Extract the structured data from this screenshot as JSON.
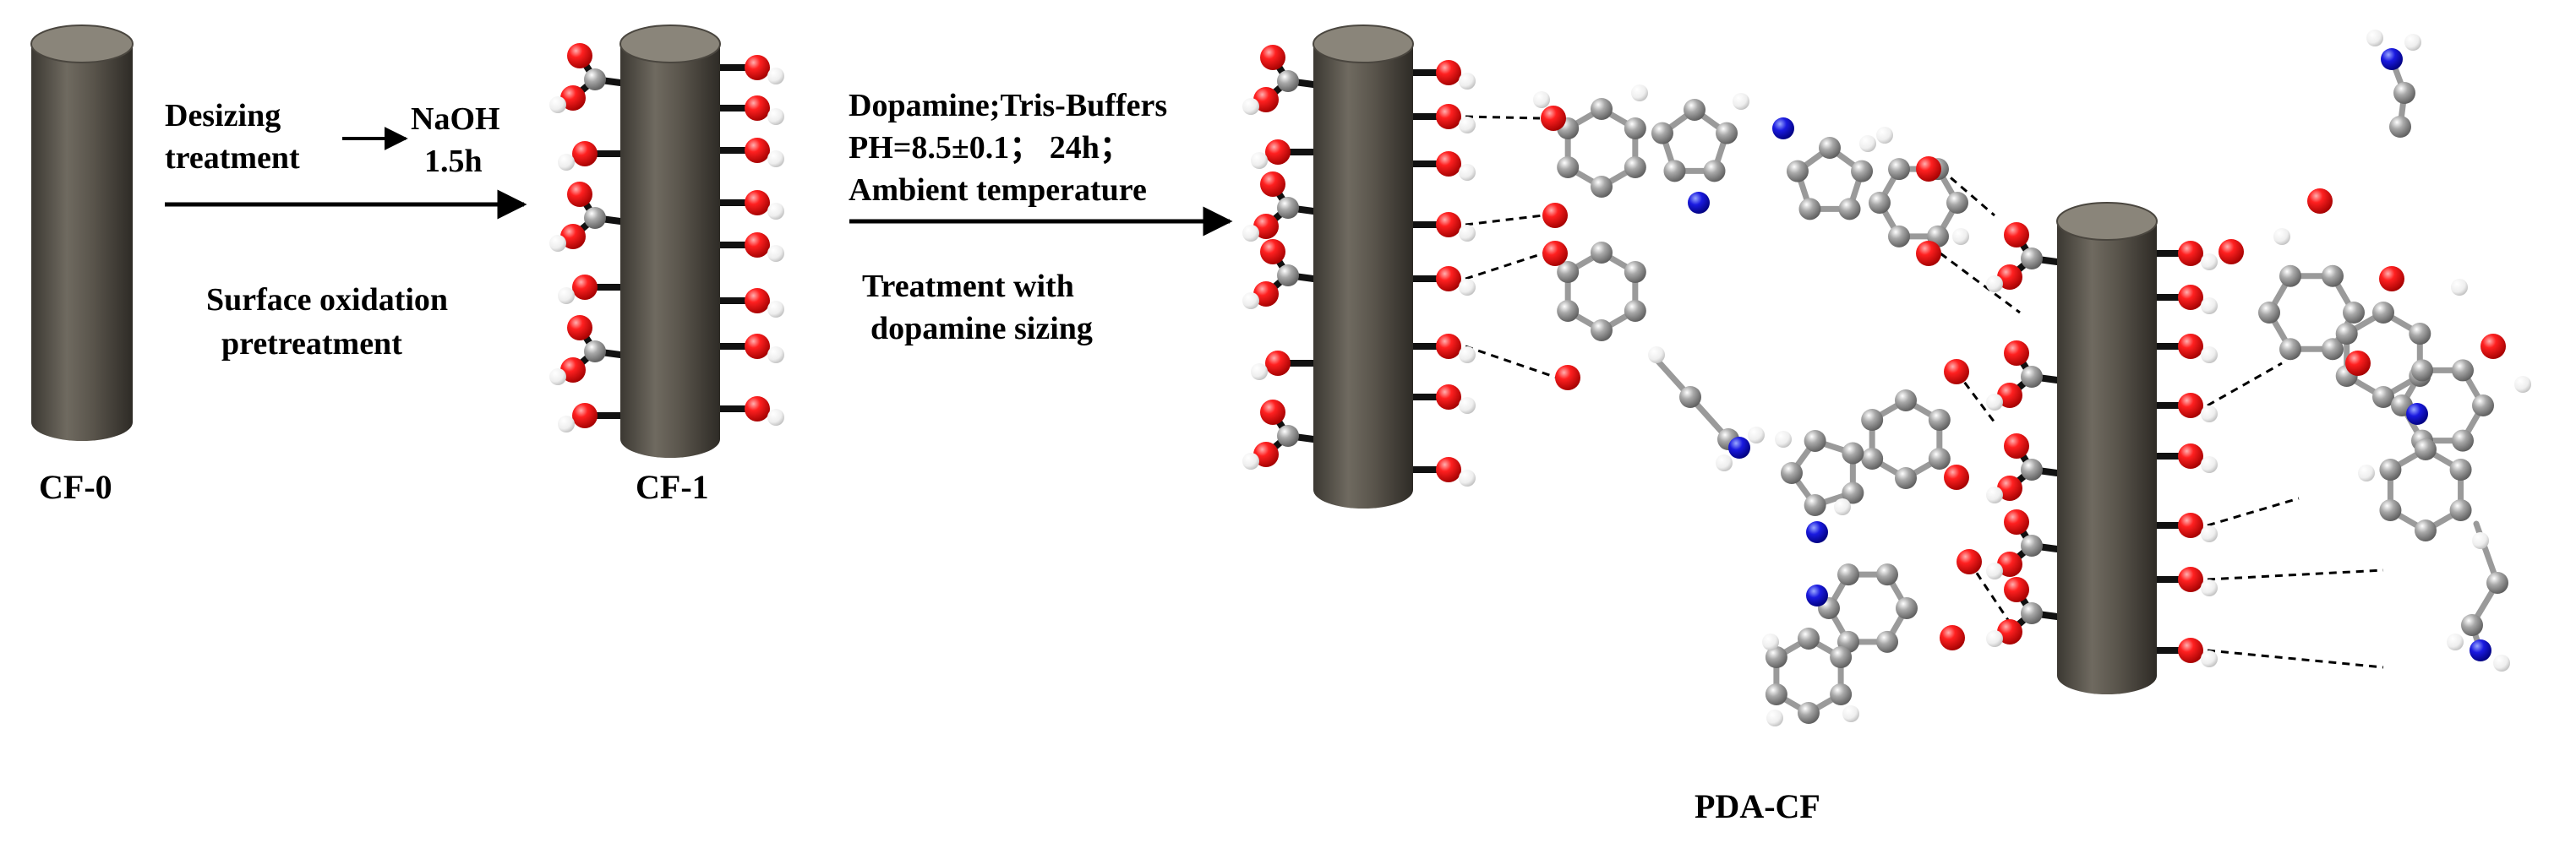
{
  "labels": {
    "cf0": "CF-0",
    "cf1": "CF-1",
    "pdacf": "PDA-CF"
  },
  "step1": {
    "line1": "Desizing",
    "line2": "treatment",
    "naoh": "NaOH",
    "time": "1.5h",
    "below1": "Surface oxidation",
    "below2": "pretreatment"
  },
  "step2": {
    "line1": "Dopamine;Tris-Buffers",
    "line2": "PH=8.5±0.1；  24h；",
    "line3": "Ambient temperature",
    "below1": "Treatment with",
    "below2": "dopamine sizing"
  },
  "colors": {
    "fiber": "#5a554c",
    "oxygen": "#e00000",
    "carbon": "#8c8c8c",
    "hydrogen": "#f2f2f2",
    "nitrogen": "#1010d0",
    "bond": "#000000"
  }
}
